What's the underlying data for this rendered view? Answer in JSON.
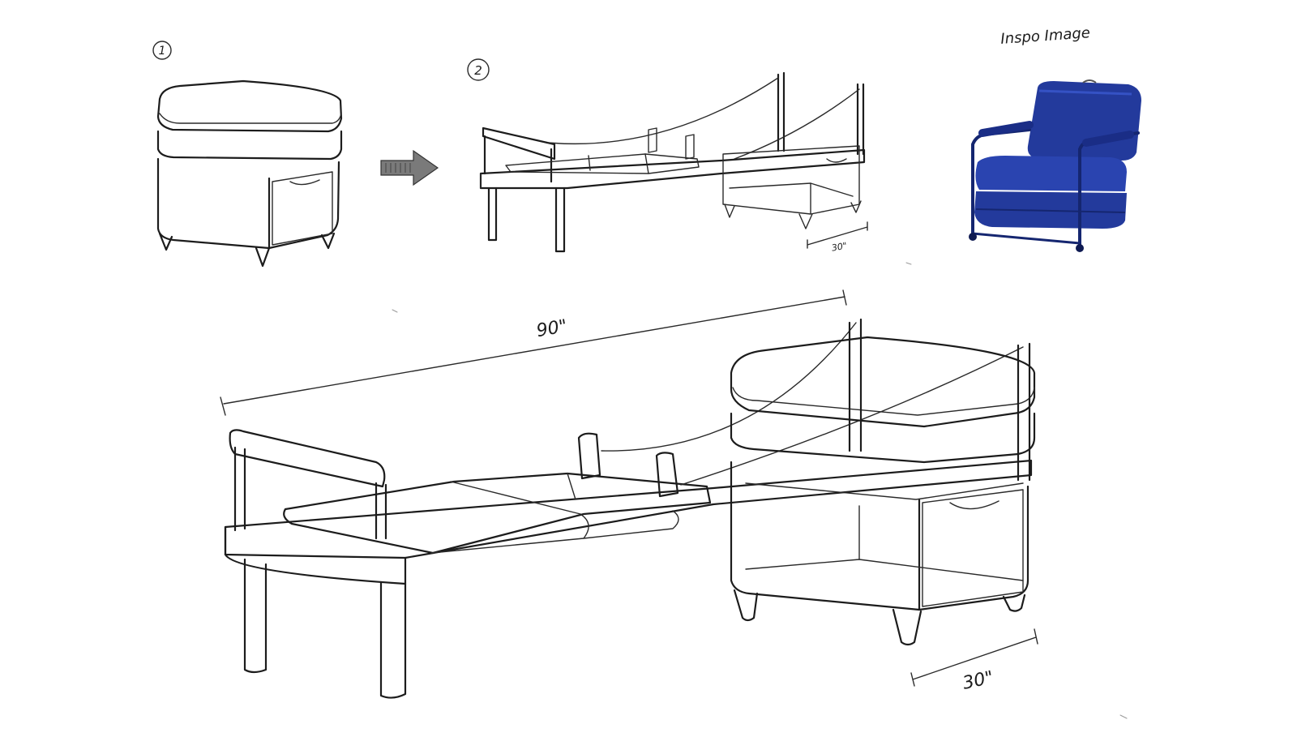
{
  "labels": {
    "step_one": "1",
    "step_two": "2",
    "inspo_title": "Inspo Image",
    "dim_small_depth": "30\"",
    "dim_length": "90\"",
    "dim_depth": "30\""
  },
  "icons": {
    "arrow": "right-arrow-icon",
    "chair": "armchair-icon"
  },
  "colors": {
    "ink": "#1c1c1c",
    "chair_blue": "#233a9c",
    "chair_blue_dark": "#152670",
    "chair_blue_light": "#3552c4"
  }
}
